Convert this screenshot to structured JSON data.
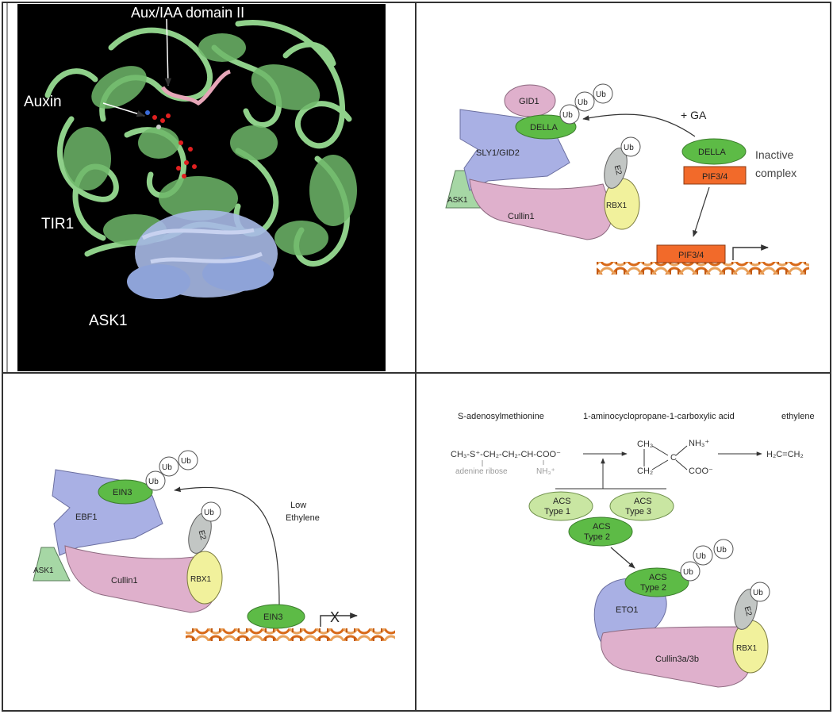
{
  "panel_a": {
    "labels": {
      "aux_domain": "Aux/IAA domain II",
      "auxin": "Auxin",
      "tir1": "TIR1",
      "ask1": "ASK1"
    }
  },
  "panel_b": {
    "gid1": "GID1",
    "ub": "Ub",
    "della": "DELLA",
    "sly1_gid2": "SLY1/GID2",
    "ask1": "ASK1",
    "cullin1": "Cullin1",
    "e2": "E2",
    "rbx1": "RBX1",
    "plus_ga": "+ GA",
    "della_free": "DELLA",
    "pif_complex": "PIF3/4",
    "inactive_line1": "Inactive",
    "inactive_line2": "complex",
    "pif_dna": "PIF3/4"
  },
  "panel_c": {
    "ub": "Ub",
    "ein3": "EIN3",
    "ebf1": "EBF1",
    "ask1": "ASK1",
    "cullin1": "Cullin1",
    "e2": "E2",
    "rbx1": "RBX1",
    "low": "Low",
    "ethylene": "Ethylene",
    "ein3_dna": "EIN3",
    "blocked": "X"
  },
  "panel_d": {
    "sam": "S-adenosylmethionine",
    "acc": "1-aminocyclopropane-1-carboxylic acid",
    "ethylene": "ethylene",
    "sam_formula": "CH₃-S⁺-CH₂-CH₂-CH-COO⁻",
    "adenine": "adenine ribose",
    "nh3": "NH₃⁺",
    "ch2_top": "CH₂",
    "ch2_bottom": "CH₂",
    "c_center": "C",
    "acc_nh3": "NH₃⁺",
    "acc_coo": "COO⁻",
    "ethylene_formula": "H₂C=CH₂",
    "acs1": [
      "ACS",
      "Type 1"
    ],
    "acs3": [
      "ACS",
      "Type 3"
    ],
    "acs2": [
      "ACS",
      "Type 2"
    ],
    "acs2_bound": [
      "ACS",
      "Type 2"
    ],
    "ub": "Ub",
    "eto1": "ETO1",
    "e2": "E2",
    "rbx1": "RBX1",
    "cullin3": "Cullin3a/3b"
  },
  "colors": {
    "green": "#5dbb46",
    "light_green": "#c9e6a2",
    "lavender": "#a9b0e4",
    "pink": "#dfb0cc",
    "yellow": "#f1f19c",
    "grey": "#c2c6c4",
    "orange": "#f26a2a",
    "ribbon": "#a8d7a0",
    "ask_blue": "#a7b9e6"
  }
}
